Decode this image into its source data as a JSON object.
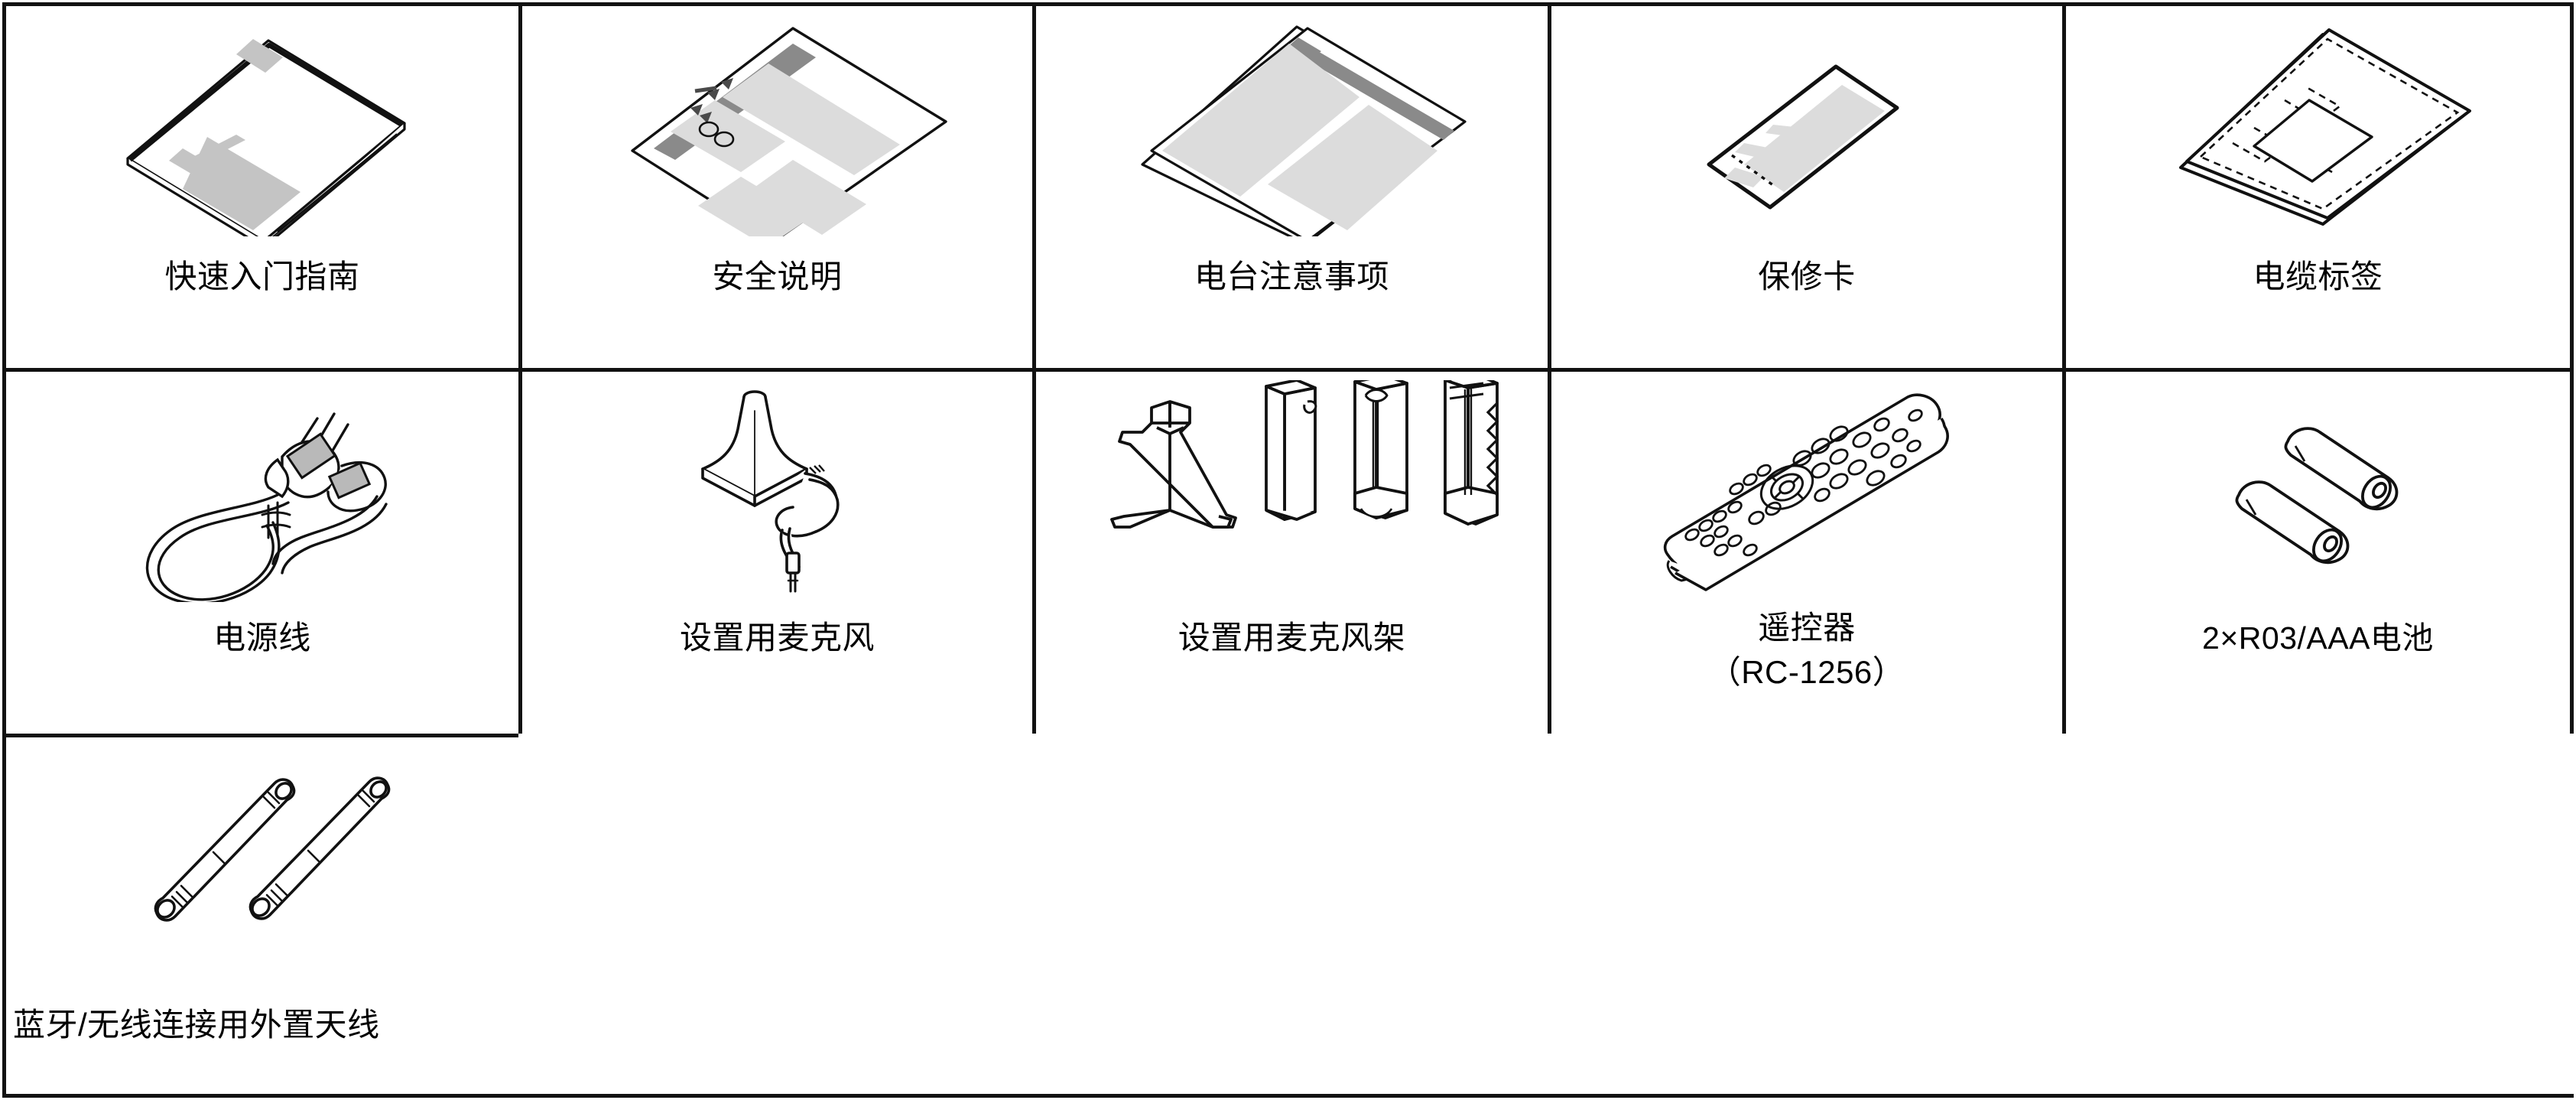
{
  "page": {
    "kind": "accessories-grid",
    "columns": 5,
    "rows": 3,
    "line_color": "#111111",
    "fill_light": "#d9d9d9",
    "fill_mid": "#c4c4c4",
    "fill_dark": "#8a8a8a",
    "background": "#ffffff"
  },
  "items": [
    {
      "id": "quick-start-guide",
      "label": "快速入门指南",
      "icon": "booklet-icon",
      "row": 1,
      "col": 1
    },
    {
      "id": "safety-instructions",
      "label": "安全说明",
      "icon": "safety-sheet-icon",
      "row": 1,
      "col": 2
    },
    {
      "id": "radio-cautions",
      "label": "电台注意事项",
      "icon": "radio-notice-icon",
      "row": 1,
      "col": 3
    },
    {
      "id": "warranty-card",
      "label": "保修卡",
      "icon": "warranty-card-icon",
      "row": 1,
      "col": 4
    },
    {
      "id": "cable-labels",
      "label": "电缆标签",
      "icon": "cable-label-icon",
      "row": 1,
      "col": 5
    },
    {
      "id": "power-cord",
      "label": "电源线",
      "icon": "power-cord-icon",
      "row": 2,
      "col": 1
    },
    {
      "id": "setup-microphone",
      "label": "设置用麦克风",
      "icon": "setup-microphone-icon",
      "row": 2,
      "col": 2
    },
    {
      "id": "mic-stand",
      "label": "设置用麦克风架",
      "icon": "microphone-stand-icon",
      "row": 2,
      "col": 3
    },
    {
      "id": "remote-control",
      "label": "遥控器\n（RC-1256）",
      "icon": "remote-control-icon",
      "row": 2,
      "col": 4
    },
    {
      "id": "batteries",
      "label": "2×R03/AAA电池",
      "icon": "battery-icon",
      "row": 2,
      "col": 5
    },
    {
      "id": "external-antennas",
      "label": "蓝牙/无线连接用外置天线",
      "icon": "antenna-icon",
      "row": 3,
      "col": 1
    }
  ]
}
